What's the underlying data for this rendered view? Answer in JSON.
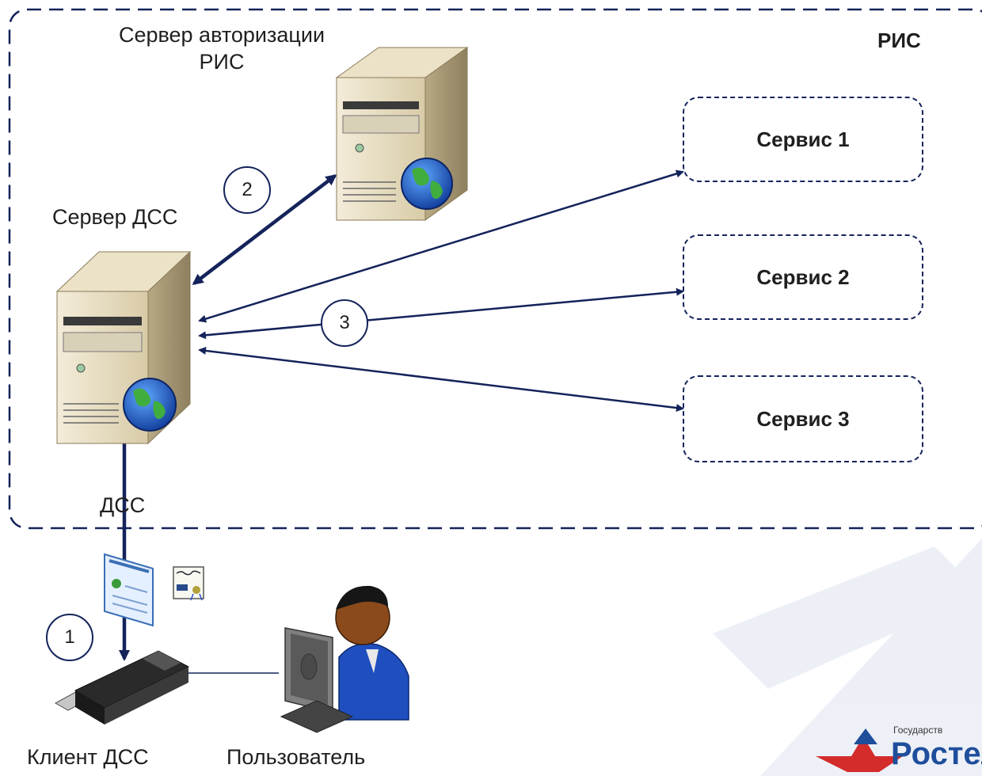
{
  "zone": {
    "label": "РИС"
  },
  "auth_server": {
    "label_line1": "Сервер авторизации",
    "label_line2": "РИС"
  },
  "dss_server": {
    "label": "Сервер ДСС"
  },
  "services": [
    {
      "label": "Сервис 1"
    },
    {
      "label": "Сервис 2"
    },
    {
      "label": "Сервис 3"
    }
  ],
  "steps": [
    {
      "label": "1"
    },
    {
      "label": "2"
    },
    {
      "label": "3"
    }
  ],
  "dss_channel": {
    "label": "ДСС"
  },
  "client": {
    "label": "Клиент ДСС"
  },
  "user": {
    "label": "Пользователь"
  },
  "logo": {
    "line1": "Государств",
    "line2": "Ростел"
  },
  "colors": {
    "arrow": "#14235a",
    "dashed_border": "#14235a",
    "logo_blue": "#1f4e9c",
    "logo_red": "#d42b2b"
  }
}
